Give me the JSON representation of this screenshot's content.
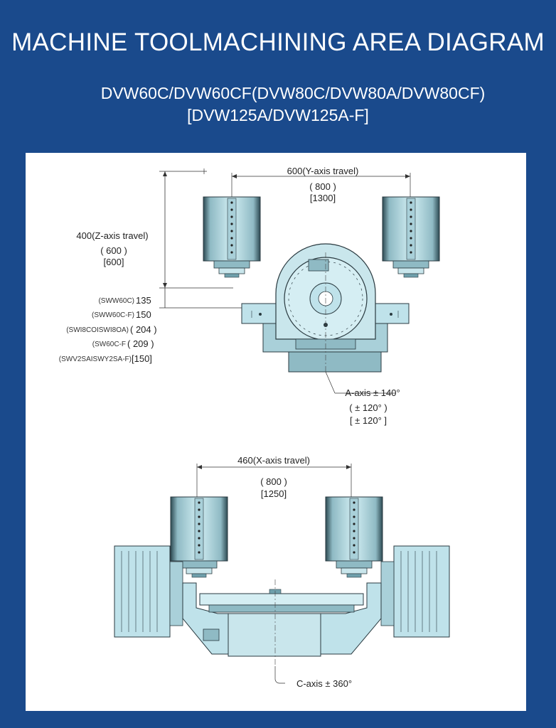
{
  "header": {
    "title": "MACHINE TOOLMACHINING AREA DIAGRAM",
    "subtitle_line1": "DVW60C/DVW60CF(DVW80C/DVW80A/DVW80CF)",
    "subtitle_line2": "[DVW125A/DVW125A-F]"
  },
  "diagram_top": {
    "y_travel": "600(Y-axis travel)",
    "y_travel_alt1": "( 800 )",
    "y_travel_alt2": "[1300]",
    "z_travel": "400(Z-axis travel)",
    "z_travel_alt1": "( 600 )",
    "z_travel_alt2": "[600]",
    "heights": [
      {
        "model": "(SWW60C)",
        "value": "135"
      },
      {
        "model": "(SWW60C-F)",
        "value": "150"
      },
      {
        "model": "(SWI8COISWI8OA)",
        "value": "( 204 )"
      },
      {
        "model": "(SW60C-F",
        "value": "( 209 )"
      },
      {
        "model": "(SWV2SAISWY2SA-F)",
        "value": "[150]"
      }
    ],
    "a_axis": "A-axis ± 140°",
    "a_axis_alt1": "( ± 120°   )",
    "a_axis_alt2": "[ ± 120°   ]"
  },
  "diagram_bottom": {
    "x_travel": "460(X-axis travel)",
    "x_travel_alt1": "( 800 )",
    "x_travel_alt2": "[1250]",
    "c_axis": "C-axis ± 360°"
  },
  "colors": {
    "background": "#1a4a8c",
    "panel": "#ffffff",
    "machine_fill": "#bfe2ea",
    "machine_dark": "#6fa0ac",
    "outline": "#2a3a40"
  }
}
